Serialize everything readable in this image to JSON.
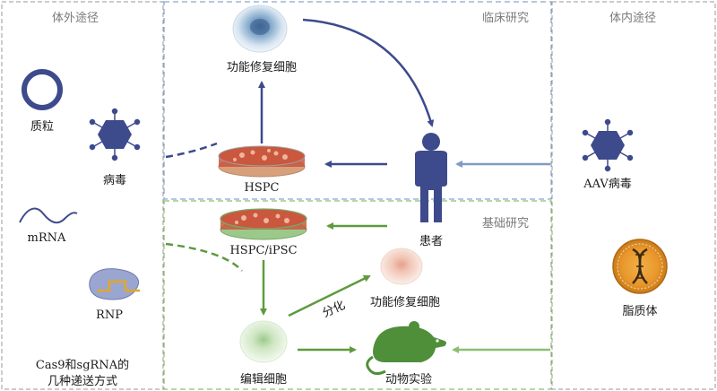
{
  "panels": {
    "left_title": "体外途径",
    "clinical_title": "临床研究",
    "right_title": "体内途径",
    "basic_title": "基础研究"
  },
  "delivery": {
    "plasmid": "质粒",
    "virus": "病毒",
    "mrna": "mRNA",
    "rnp": "RNP",
    "caption_line1": "Cas9和sgRNA的",
    "caption_line2": "几种递送方式"
  },
  "clinical": {
    "functional_cell": "功能修复细胞",
    "hspc": "HSPC"
  },
  "center": {
    "patient": "患者"
  },
  "basic": {
    "hspc_ipsc": "HSPC/iPSC",
    "differentiation": "分化",
    "functional_cell": "功能修复细胞",
    "edited_cell": "编辑细胞",
    "animal_experiment": "动物实验"
  },
  "invivo": {
    "aav_virus": "AAV病毒",
    "liposome": "脂质体"
  },
  "colors": {
    "clinical_blue": "#3d4a8c",
    "basic_green": "#5f9a3e",
    "invivo_blue": "#7f9cc4",
    "invivo_green": "#8cbf72",
    "patient": "#3d4a8c",
    "mouse": "#4f8f3a"
  }
}
